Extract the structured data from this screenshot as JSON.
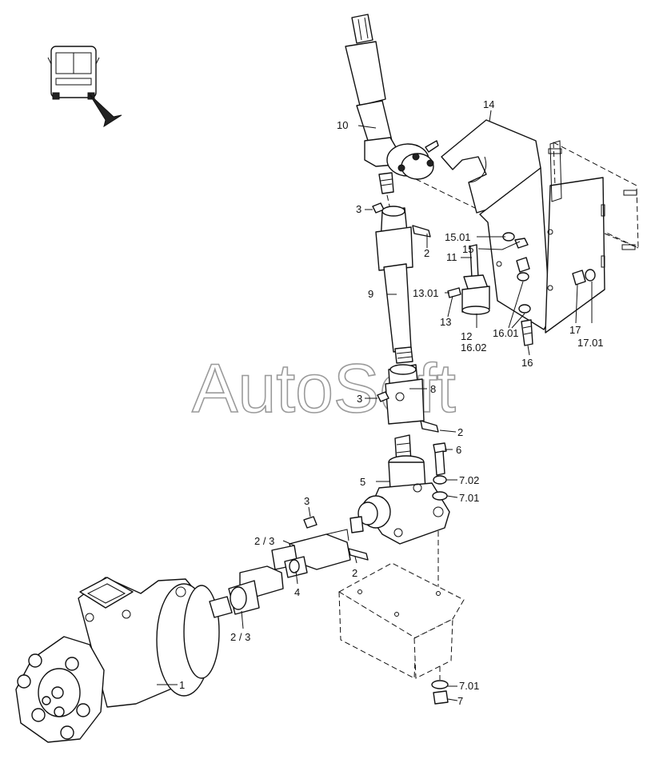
{
  "watermark": "AutoSoft",
  "icons": {
    "orientation": "bus-front-icon",
    "pointer": "pointer-arrow-icon"
  },
  "labels": {
    "l1": "1",
    "l2a": "2",
    "l2b": "2",
    "l2c": "2",
    "l23a": "2 / 3",
    "l23b": "2 / 3",
    "l3a": "3",
    "l3b": "3",
    "l3c": "3",
    "l4": "4",
    "l5": "5",
    "l6": "6",
    "l7": "7",
    "l701a": "7.01",
    "l701b": "7.01",
    "l702": "7.02",
    "l8": "8",
    "l9": "9",
    "l10": "10",
    "l11": "11",
    "l12": "12",
    "l13": "13",
    "l1301": "13.01",
    "l14": "14",
    "l15": "15",
    "l1501": "15.01",
    "l16": "16",
    "l1601": "16.01",
    "l1602": "16.02",
    "l17": "17",
    "l1701": "17.01"
  }
}
